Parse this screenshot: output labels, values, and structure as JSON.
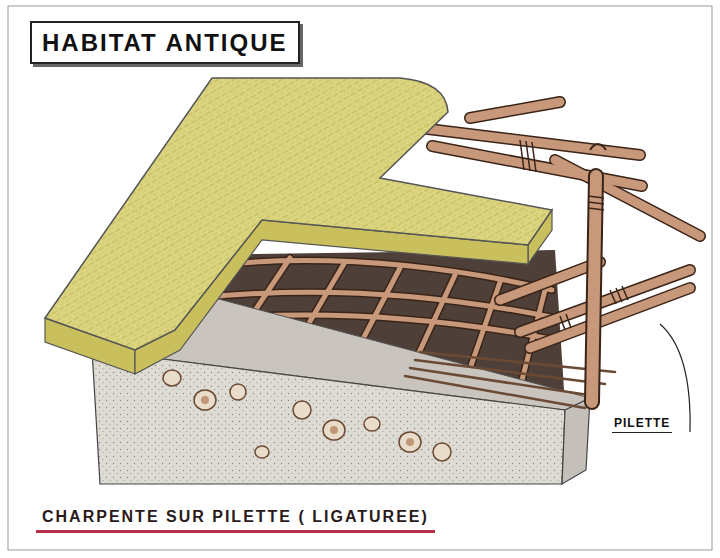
{
  "diagram": {
    "title": "HABITAT ANTIQUE",
    "caption": "CHARPENTE SUR PILETTE ( LIGATUREE)",
    "labels": [
      "PILETTE"
    ]
  }
}
